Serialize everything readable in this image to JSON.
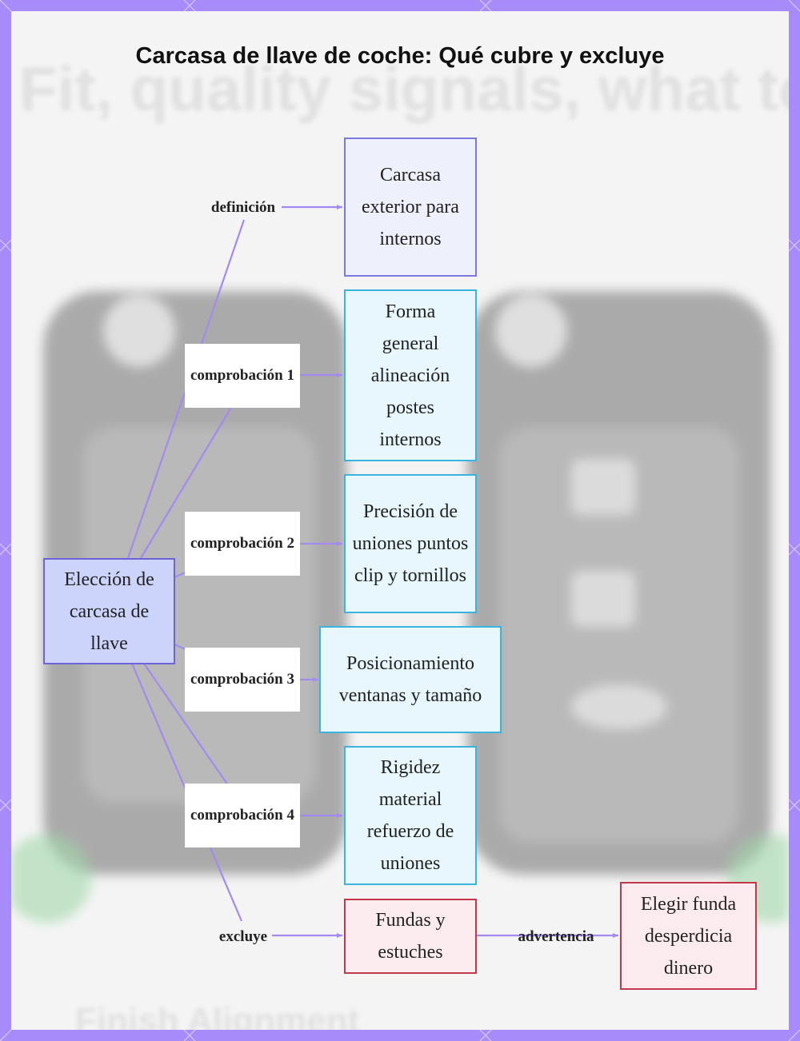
{
  "title": "Carcasa de llave de coche: Qué cubre y excluye",
  "background": {
    "ghost_heading": "Fit, quality signals, what to avoid",
    "ghost_caption": "Finish       Alignment"
  },
  "colors": {
    "frame": "#a78bfa",
    "edge": "#a38af0",
    "root_fill": "#ccd4fb",
    "check_border": "#3ab3de",
    "exclude_border": "#c2374b"
  },
  "nodes": {
    "root": "Elección de carcasa de llave",
    "definition": "Carcasa exterior para internos",
    "check1": "Forma general alineación postes internos",
    "check2": "Precisión de uniones puntos clip y tornillos",
    "check3": "Posicionamiento ventanas y tamaño",
    "check4": "Rigidez material refuerzo de uniones",
    "exclude": "Fundas y estuches",
    "warning": "Elegir funda desperdicia dinero"
  },
  "edges": {
    "definition": "definición",
    "check1": "comprobación 1",
    "check2": "comprobación 2",
    "check3": "comprobación 3",
    "check4": "comprobación 4",
    "exclude": "excluye",
    "warning": "advertencia"
  }
}
